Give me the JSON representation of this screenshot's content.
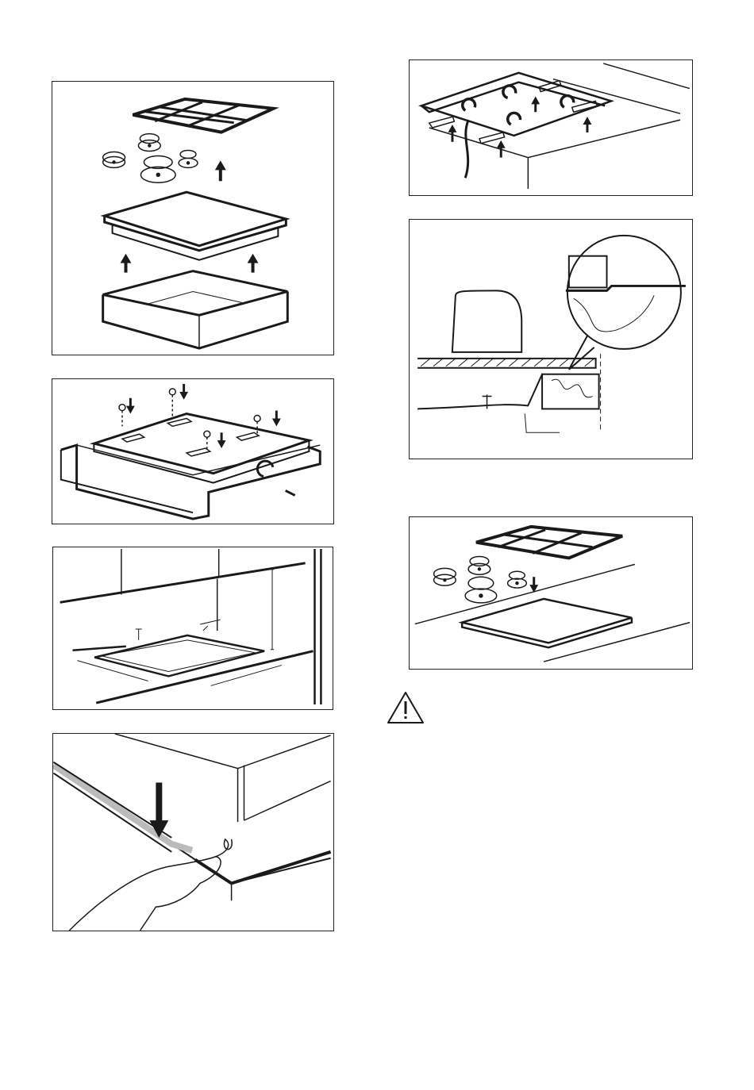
{
  "page": {
    "figures": [
      {
        "id": "fig-hob-removal",
        "depicts": "remove-pan-supports-burners-hob-from-box"
      },
      {
        "id": "fig-hob-screws",
        "depicts": "unscrew-brackets-from-hob"
      },
      {
        "id": "fig-worktop-cutout",
        "depicts": "worktop-cutout-dimensions"
      },
      {
        "id": "fig-seal-strip",
        "depicts": "apply-seal-strip-to-hob-edge"
      },
      {
        "id": "fig-bracket-fixing",
        "depicts": "fix-brackets-under-worktop"
      },
      {
        "id": "fig-section-detail",
        "depicts": "cross-section-hob-on-worktop"
      },
      {
        "id": "fig-reassemble",
        "depicts": "place-hob-burners-pan-supports"
      }
    ],
    "icons": [
      "warning-triangle-icon"
    ],
    "colors": {
      "line": "#1a1a1a",
      "background": "#ffffff"
    }
  }
}
